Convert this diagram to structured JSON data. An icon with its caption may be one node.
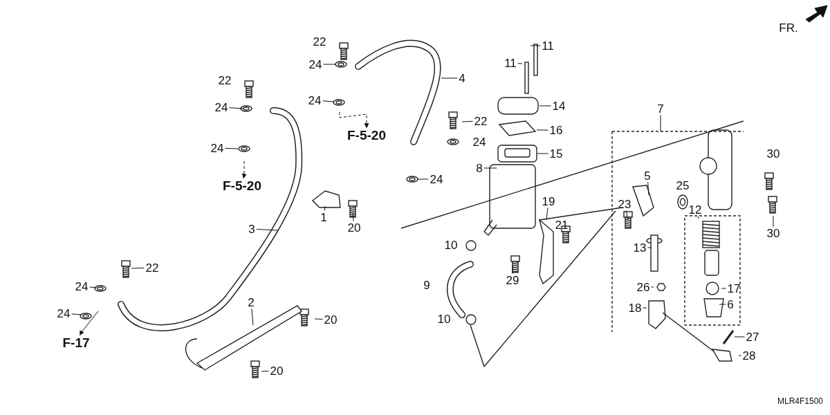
{
  "diagram": {
    "nodes": [
      {
        "text": [
          "24"
        ]
      },
      {
        "text": [
          "24"
        ]
      },
      {
        "text": [
          "F-5-20"
        ]
      },
      {
        "text": [
          "24"
        ]
      },
      {
        "text": [
          "24"
        ]
      },
      {
        "text": [
          "F-5-20"
        ]
      },
      {
        "text": [
          "4"
        ]
      },
      {
        "text": [
          "11"
        ]
      },
      {
        "text": [
          "11"
        ]
      },
      {
        "text": [
          "14"
        ]
      },
      {
        "text": [
          "22"
        ]
      },
      {
        "text": [
          "16"
        ]
      },
      {
        "text": [
          "15"
        ]
      },
      {
        "text": [
          "8"
        ]
      },
      {
        "text": [
          "24"
        ]
      },
      {
        "text": [
          "7"
        ]
      },
      {
        "text": [
          "5"
        ]
      },
      {
        "text": [
          "23"
        ]
      },
      {
        "text": [
          "12"
        ]
      },
      {
        "text": [
          "30"
        ]
      },
      {
        "text": [
          "1"
        ]
      },
      {
        "text": [
          "20"
        ]
      },
      {
        "text": [
          "3"
        ]
      },
      {
        "text": [
          "19"
        ]
      },
      {
        "text": [
          "13"
        ]
      },
      {
        "text": [
          "29"
        ]
      },
      {
        "text": [
          "26"
        ]
      },
      {
        "text": [
          "17"
        ]
      },
      {
        "text": [
          "22"
        ]
      },
      {
        "text": [
          "24"
        ]
      },
      {
        "text": [
          "2"
        ]
      },
      {
        "text": [
          "18"
        ]
      },
      {
        "text": [
          "6"
        ]
      },
      {
        "text": [
          "24"
        ]
      },
      {
        "text": [
          "20"
        ]
      },
      {
        "text": [
          "F-17"
        ]
      },
      {
        "text": [
          "27"
        ]
      },
      {
        "text": [
          "28"
        ]
      },
      {
        "text": [
          "20"
        ]
      }
    ],
    "edges": [
      {
        "from": 0,
        "to": null,
        "arrow": "none"
      },
      {
        "from": 1,
        "to": null,
        "arrow": "none"
      },
      {
        "from": null,
        "to": 2,
        "arrow": "to",
        "style": "dashed"
      },
      {
        "from": 3,
        "to": null,
        "arrow": "none"
      },
      {
        "from": 4,
        "to": null,
        "arrow": "none"
      },
      {
        "from": null,
        "to": 5,
        "arrow": "to",
        "style": "dashed"
      },
      {
        "from": 6,
        "to": null,
        "arrow": "none"
      },
      {
        "from": 7,
        "to": null,
        "arrow": "none"
      },
      {
        "from": 8,
        "to": null,
        "arrow": "none"
      },
      {
        "from": 9,
        "to": null,
        "arrow": "none"
      },
      {
        "from": 10,
        "to": null,
        "arrow": "none"
      },
      {
        "from": 11,
        "to": null,
        "arrow": "none"
      },
      {
        "from": 12,
        "to": null,
        "arrow": "none"
      },
      {
        "from": 13,
        "to": null,
        "arrow": "none"
      },
      {
        "from": 14,
        "to": null,
        "arrow": "none"
      },
      {
        "from": 15,
        "to": null,
        "arrow": "none"
      },
      {
        "from": 16,
        "to": null,
        "arrow": "none"
      },
      {
        "from": 17,
        "to": null,
        "arrow": "none"
      },
      {
        "from": 18,
        "to": null,
        "arrow": "none"
      },
      {
        "from": 19,
        "to": null,
        "arrow": "none"
      },
      {
        "from": 20,
        "to": null,
        "arrow": "none"
      },
      {
        "from": 21,
        "to": null,
        "arrow": "none"
      },
      {
        "from": 22,
        "to": null,
        "arrow": "none"
      },
      {
        "from": 23,
        "to": null,
        "arrow": "none"
      },
      {
        "from": 24,
        "to": null,
        "arrow": "none"
      },
      {
        "from": 25,
        "to": null,
        "arrow": "none"
      },
      {
        "from": 26,
        "to": null,
        "arrow": "none"
      },
      {
        "from": 27,
        "to": null,
        "arrow": "none"
      },
      {
        "from": 28,
        "to": null,
        "arrow": "none"
      },
      {
        "from": 29,
        "to": null,
        "arrow": "none"
      },
      {
        "from": 30,
        "to": null,
        "arrow": "none"
      },
      {
        "from": 31,
        "to": null,
        "arrow": "none"
      },
      {
        "from": 32,
        "to": null,
        "arrow": "none"
      },
      {
        "from": 33,
        "to": null,
        "arrow": "none"
      },
      {
        "from": 34,
        "to": null,
        "arrow": "none"
      },
      {
        "from": null,
        "to": 35,
        "arrow": "to"
      },
      {
        "from": 36,
        "to": null,
        "arrow": "none"
      },
      {
        "from": 37,
        "to": null,
        "arrow": "none"
      },
      {
        "from": 38,
        "to": null,
        "arrow": "none"
      }
    ],
    "labels": [
      "FR.",
      "22",
      "22",
      "24",
      "25",
      "30",
      "21",
      "10",
      "9",
      "10",
      "MLR4F1500"
    ]
  }
}
